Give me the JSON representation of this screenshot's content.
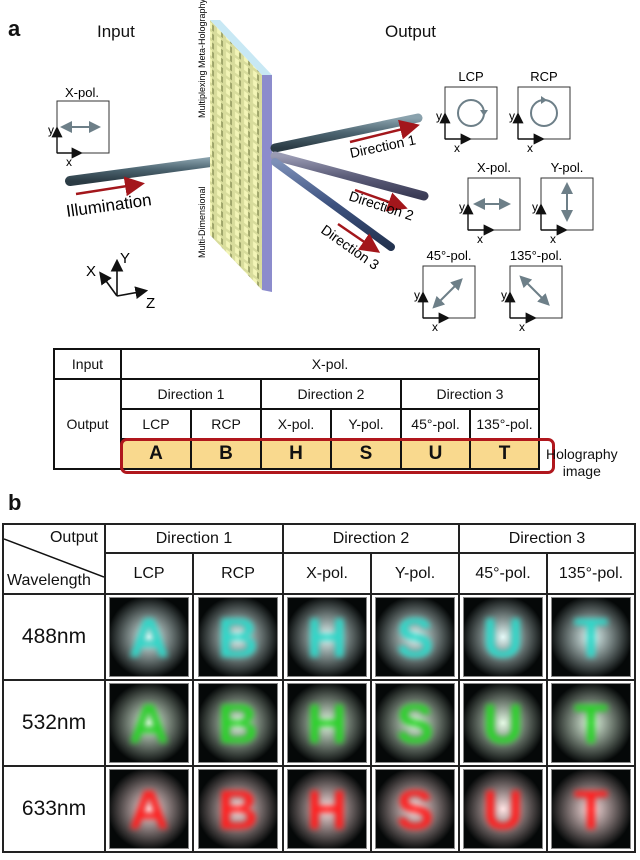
{
  "panel_a": {
    "label": "a",
    "input_title": "Input",
    "output_title": "Output",
    "metasurface_label_top": "Multiplexing Meta-Holography",
    "metasurface_label_bottom": "Multi-Dimensional",
    "illumination_label": "Illumination",
    "directions": [
      "Direction 1",
      "Direction 2",
      "Direction 3"
    ],
    "axes": {
      "x": "X",
      "y": "Y",
      "z": "Z"
    },
    "input_pol": {
      "title": "X-pol.",
      "x": "x",
      "y": "y",
      "icon": "horizontal-double-arrow"
    },
    "output_pols": [
      {
        "title": "LCP",
        "x": "x",
        "y": "y",
        "icon": "circle-cw"
      },
      {
        "title": "RCP",
        "x": "x",
        "y": "y",
        "icon": "circle-ccw"
      },
      {
        "title": "X-pol.",
        "x": "x",
        "y": "y",
        "icon": "horizontal-double-arrow"
      },
      {
        "title": "Y-pol.",
        "x": "x",
        "y": "y",
        "icon": "vertical-double-arrow"
      },
      {
        "title": "45°-pol.",
        "x": "x",
        "y": "y",
        "icon": "diagonal-45-arrow"
      },
      {
        "title": "135°-pol.",
        "x": "x",
        "y": "y",
        "icon": "diagonal-135-arrow"
      }
    ],
    "table": {
      "input_header": "Input",
      "input_value": "X-pol.",
      "output_header": "Output",
      "directions": [
        "Direction 1",
        "Direction 2",
        "Direction 3"
      ],
      "polarizations": [
        "LCP",
        "RCP",
        "X-pol.",
        "Y-pol.",
        "45°-pol.",
        "135°-pol."
      ],
      "holography_letters": [
        "A",
        "B",
        "H",
        "S",
        "U",
        "T"
      ],
      "holography_label_line1": "Holography",
      "holography_label_line2": "image",
      "highlight_color": "#b0171d",
      "cell_color": "#f9d98e"
    }
  },
  "panel_b": {
    "label": "b",
    "corner_top": "Output",
    "corner_bottom": "Wavelength",
    "directions": [
      "Direction 1",
      "Direction 2",
      "Direction 3"
    ],
    "polarizations": [
      "LCP",
      "RCP",
      "X-pol.",
      "Y-pol.",
      "45°-pol.",
      "135°-pol."
    ],
    "rows": [
      {
        "wavelength": "488nm",
        "color": "#2fd6c8",
        "letters": [
          "A",
          "B",
          "H",
          "S",
          "U",
          "T"
        ]
      },
      {
        "wavelength": "532nm",
        "color": "#2bd12a",
        "letters": [
          "A",
          "B",
          "H",
          "S",
          "U",
          "T"
        ]
      },
      {
        "wavelength": "633nm",
        "color": "#ff1f1f",
        "letters": [
          "A",
          "B",
          "H",
          "S",
          "U",
          "T"
        ]
      }
    ]
  }
}
